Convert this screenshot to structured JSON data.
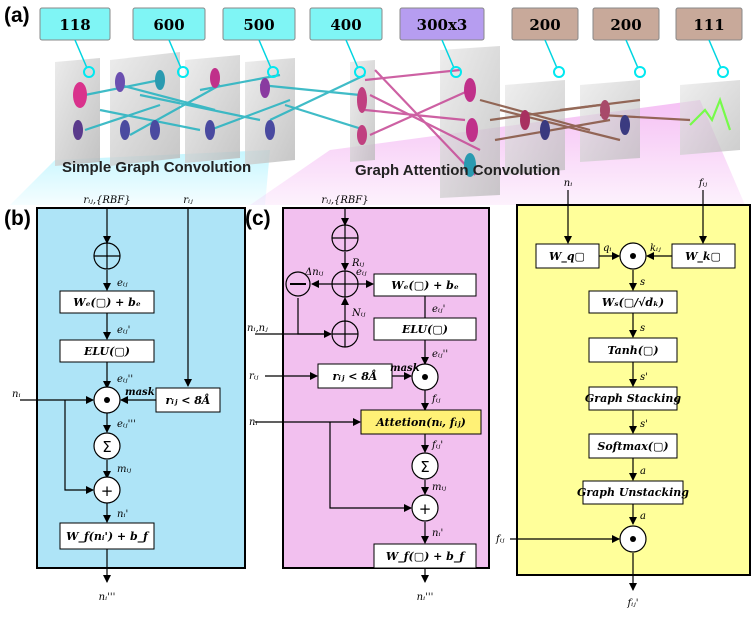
{
  "panel_labels": {
    "a": "(a)",
    "b": "(b)",
    "c": "(c)"
  },
  "layer_sizes": [
    {
      "label": "118",
      "color": "#7ff5f5"
    },
    {
      "label": "600",
      "color": "#7ff5f5"
    },
    {
      "label": "500",
      "color": "#7ff5f5"
    },
    {
      "label": "400",
      "color": "#7ff5f5"
    },
    {
      "label": "300x3",
      "color": "#b69df0"
    },
    {
      "label": "200",
      "color": "#c8a99a"
    },
    {
      "label": "200",
      "color": "#c8a99a"
    },
    {
      "label": "111",
      "color": "#c8a99a"
    }
  ],
  "stage_labels": {
    "simple": "Simple Graph Convolution",
    "attention": "Graph Attention Convolution"
  },
  "colors": {
    "panel_b": "#aee4f7",
    "panel_c": "#f2c0ef",
    "panel_d": "#ffff9a",
    "attention_box": "#fff176"
  },
  "panel_b": {
    "input_top": "rᵢⱼ,{RBF}",
    "input_r": "rᵢⱼ",
    "input_n": "nᵢ",
    "e1": "eᵢⱼ",
    "box_we": "Wₑ(▢) + bₑ",
    "e2": "eᵢⱼ'",
    "box_elu": "ELU(▢)",
    "e3": "eᵢⱼ''",
    "mask_label": "mask",
    "box_r": "rᵢⱼ < 8Å",
    "e4": "eᵢⱼ'''",
    "m": "mᵢⱼ",
    "n_prime": "nᵢ'",
    "box_wf": "W_f(nᵢ') + b_f",
    "output": "nᵢ'''"
  },
  "panel_c": {
    "input_top": "rᵢⱼ,{RBF}",
    "r_vec": "Rᵢⱼ",
    "delta_n": "Δnᵢⱼ",
    "e1": "eᵢⱼ",
    "box_we": "Wₑ(▢) + bₑ",
    "n_vec": "Nᵢⱼ",
    "input_nn": "nᵢ,nⱼ",
    "e2": "eᵢⱼ'",
    "box_elu": "ELU(▢)",
    "e3": "eᵢⱼ''",
    "input_r": "rᵢⱼ",
    "box_r": "rᵢⱼ < 8Å",
    "mask_label": "mask",
    "f1": "fᵢⱼ",
    "input_n": "nᵢ",
    "box_att": "Attetion(nᵢ, fᵢⱼ)",
    "f2": "fᵢⱼ'",
    "m": "mᵢⱼ",
    "n_prime": "nᵢ'",
    "box_wf": "W_f(▢) + b_f",
    "output": "nᵢ'''"
  },
  "panel_d": {
    "input_n": "nᵢ",
    "input_f": "fᵢⱼ",
    "box_wq": "W_q▢",
    "box_wk": "W_k▢",
    "q": "qᵢ",
    "k": "kᵢⱼ",
    "s_vec": "s",
    "box_ws": "Wₛ(▢/√dₖ)",
    "s": "s",
    "box_tanh": "Tanh(▢)",
    "s_prime": "s'",
    "box_stack": "Graph Stacking",
    "s_vec2": "s'",
    "box_softmax": "Softmax(▢)",
    "a_vec": "a",
    "box_unstack": "Graph Unstacking",
    "a": "a",
    "input_f_side": "fᵢⱼ",
    "output": "fᵢⱼ'"
  }
}
